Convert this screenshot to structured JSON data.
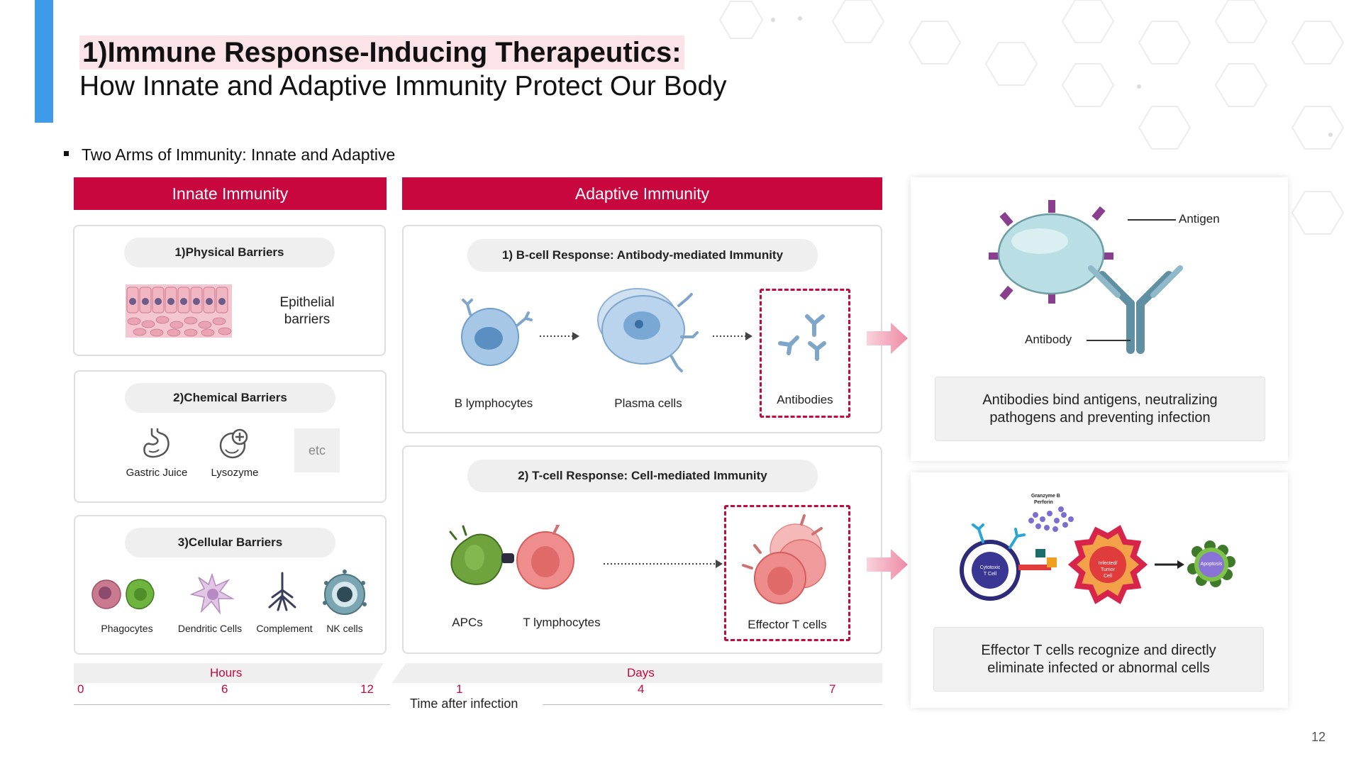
{
  "slide": {
    "title_line1": "1)Immune Response-Inducing Therapeutics:",
    "title_line2": "How Innate and Adaptive Immunity Protect Our Body",
    "bullet": "Two Arms of Immunity: Innate and Adaptive",
    "page_number": "12"
  },
  "innate": {
    "header": "Innate Immunity",
    "physical": {
      "title": "1)Physical Barriers",
      "label": "Epithelial barriers"
    },
    "chemical": {
      "title": "2)Chemical Barriers",
      "items": [
        "Gastric Juice",
        "Lysozyme"
      ],
      "etc": "etc"
    },
    "cellular": {
      "title": "3)Cellular Barriers",
      "items": [
        "Phagocytes",
        "Dendritic Cells",
        "Complement",
        "NK cells"
      ]
    }
  },
  "adaptive": {
    "header": "Adaptive Immunity",
    "bcell": {
      "title": "1) B-cell Response: Antibody-mediated Immunity",
      "items": [
        "B lymphocytes",
        "Plasma cells",
        "Antibodies"
      ]
    },
    "tcell": {
      "title": "2) T-cell Response: Cell-mediated Immunity",
      "items": [
        "APCs",
        "T lymphocytes",
        "Effector T cells"
      ]
    }
  },
  "timeline": {
    "hours_label": "Hours",
    "hours_ticks": [
      "0",
      "6",
      "12"
    ],
    "days_label": "Days",
    "days_ticks": [
      "1",
      "4",
      "7"
    ],
    "axis_label": "Time after infection"
  },
  "right_panels": {
    "antibody": {
      "antigen_label": "Antigen",
      "antibody_label": "Antibody",
      "caption": "Antibodies bind antigens, neutralizing pathogens and preventing infection"
    },
    "tcell": {
      "granzyme_label": "Granzyme B",
      "perforin_label": "Perforin",
      "cytotoxic_label_1": "Cytotoxic",
      "cytotoxic_label_2": "T Cell",
      "infected_label_1": "Infected/",
      "infected_label_2": "Tumor",
      "infected_label_3": "Cell",
      "apoptosis_label": "Apoptosis",
      "caption": "Effector T cells recognize and directly eliminate infected or abnormal cells"
    }
  },
  "colors": {
    "accent_blue": "#3d9be9",
    "brand_red": "#c8073f",
    "arrow_pink": "#f1a1b5"
  }
}
